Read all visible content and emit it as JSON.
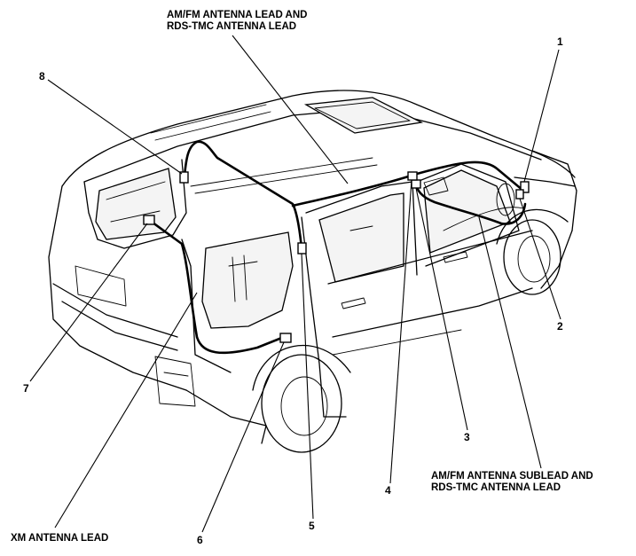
{
  "callouts": {
    "am_fm_lead": [
      "AM/FM ANTENNA LEAD AND",
      "RDS-TMC ANTENNA LEAD"
    ],
    "am_fm_sublead": [
      "AM/FM ANTENNA SUBLEAD AND",
      "RDS-TMC ANTENNA LEAD"
    ],
    "xm_lead": "XM ANTENNA LEAD",
    "numbers": [
      "1",
      "2",
      "3",
      "4",
      "5",
      "6",
      "7",
      "8"
    ]
  }
}
